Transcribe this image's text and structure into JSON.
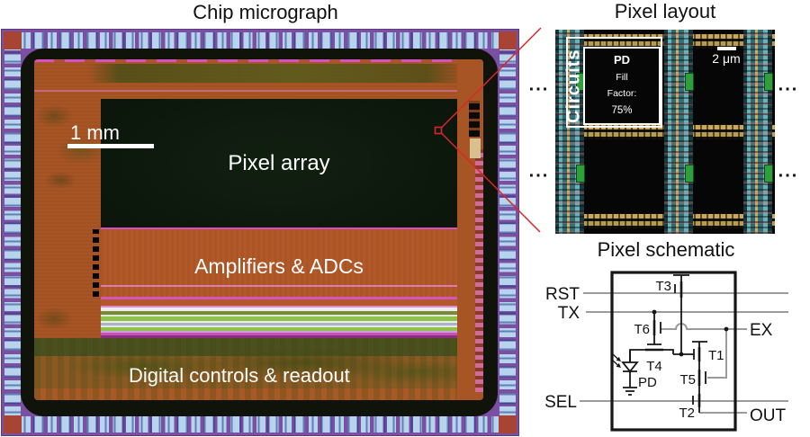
{
  "titles": {
    "chip_micrograph": "Chip micrograph",
    "pixel_layout": "Pixel layout",
    "pixel_schematic": "Pixel schematic"
  },
  "chip": {
    "scale_bar_label": "1 mm",
    "pixel_array_label": "Pixel array",
    "amplifiers_label": "Amplifiers & ADCs",
    "digital_label": "Digital controls & readout"
  },
  "pixel_layout": {
    "scale_bar_label": "2 μm",
    "circuits_label": "Circuits",
    "pd_label": "PD",
    "fill_line1": "Fill",
    "fill_line2": "Factor:",
    "fill_line3": "75%",
    "ellipsis": "..."
  },
  "schematic": {
    "rst": "RST",
    "tx": "TX",
    "sel": "SEL",
    "ex": "EX",
    "out": "OUT",
    "t1": "T1",
    "t2": "T2",
    "t3": "T3",
    "t4": "T4",
    "t5": "T5",
    "t6": "T6",
    "pd": "PD"
  },
  "colors": {
    "chip_border_purple": "#7b4fa2",
    "bond_pad_blue": "#b7d3ee",
    "die_orange": "#a85525",
    "pixel_array_green": "#0b140b",
    "stripe_magenta": "#d455c0",
    "stripe_green": "#8fc04a",
    "annotation_red": "#d62828",
    "layout_teal": "#69b2b8",
    "layout_gold": "#c8b068",
    "connector_green": "#2f9e3c",
    "schematic_wire_gray": "#9b9b9b"
  }
}
